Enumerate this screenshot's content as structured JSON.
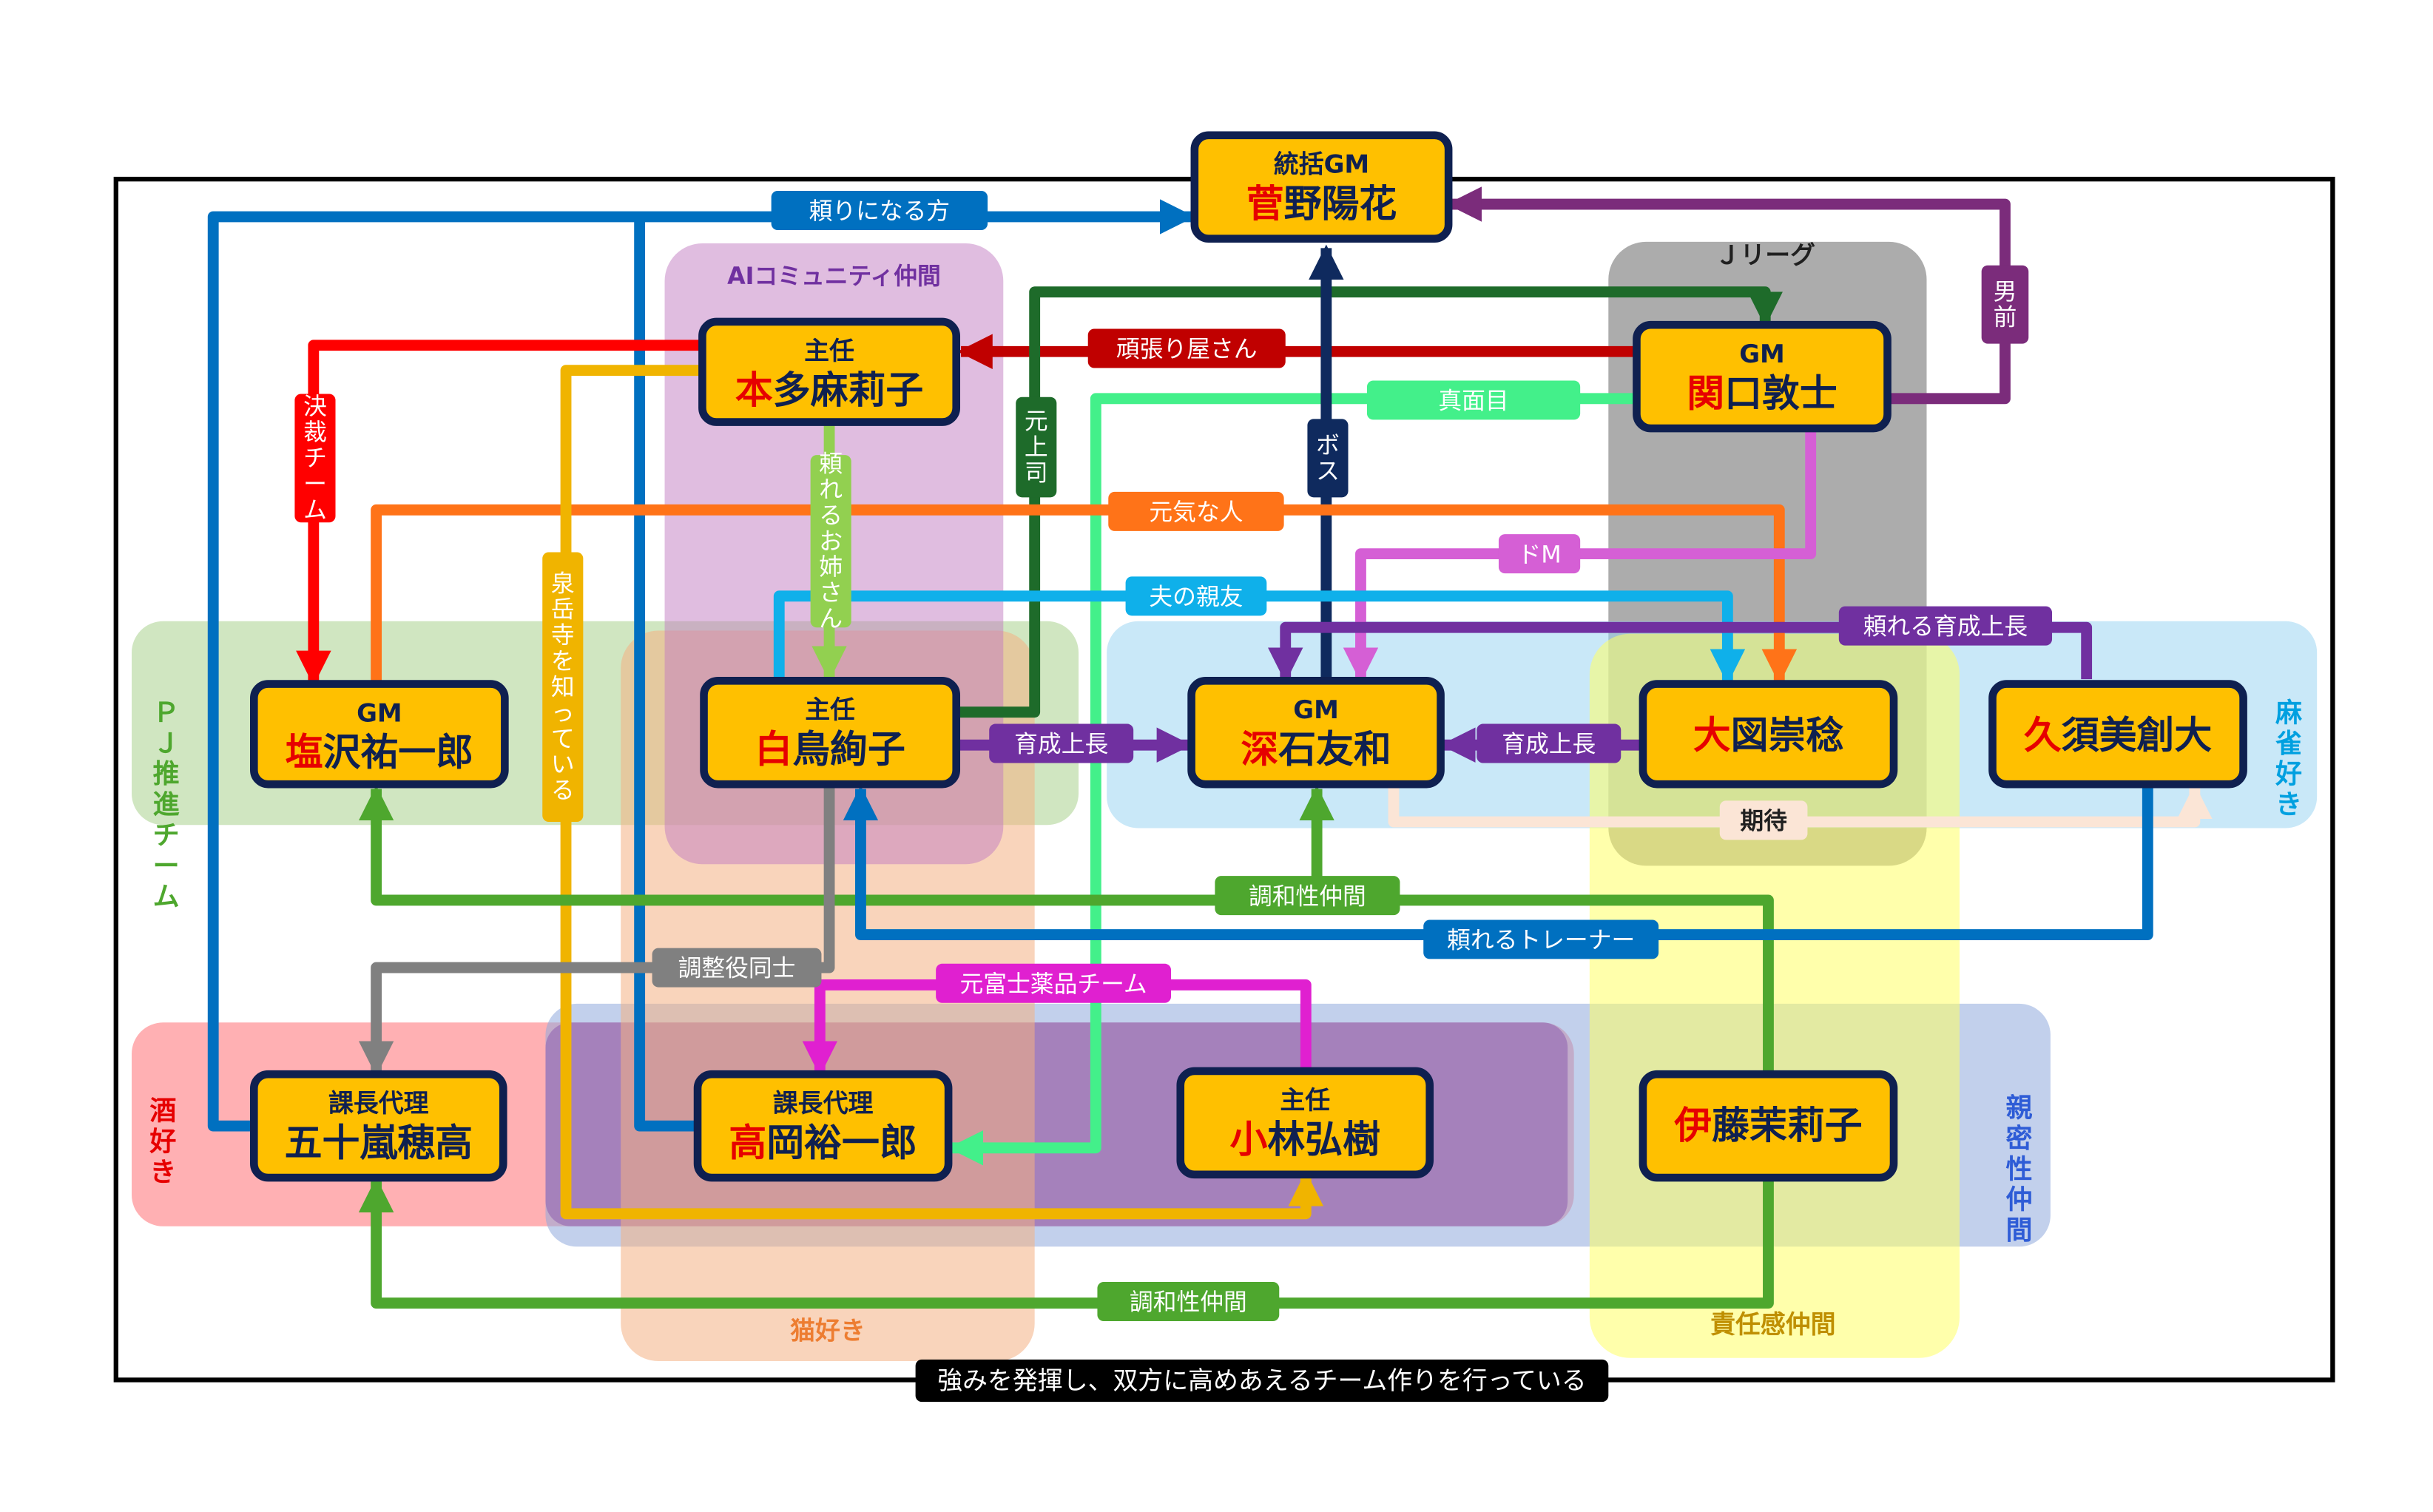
{
  "colors": {
    "node_fill": "#ffc000",
    "node_border": "#0f2050",
    "name_accent": "#e60000",
    "frame": "#000000"
  },
  "frame": {
    "caption": "強みを発揮し、双方に高めあえるチーム作りを行っている"
  },
  "groups": [
    {
      "id": "pj",
      "label": "ＰＪ推進チーム",
      "fill": "#a9d18e",
      "text_color": "#4ea72e",
      "vertical": true
    },
    {
      "id": "sake",
      "label": "酒好き",
      "fill": "#ff7c80",
      "text_color": "#e60000",
      "vertical": true
    },
    {
      "id": "shinmitsu",
      "label": "親密性仲間",
      "fill": "#8faadc",
      "text_color": "#2e5cd6",
      "vertical": true
    },
    {
      "id": "inner",
      "label": "",
      "fill": "#7030a0",
      "text_color": "#7030a0",
      "vertical": false
    },
    {
      "id": "neko",
      "label": "猫好き",
      "fill": "#f4b183",
      "text_color": "#ed7d31",
      "vertical": false
    },
    {
      "id": "ai",
      "label": "AIコミュニティ仲間",
      "fill": "#c27bc2",
      "text_color": "#7030a0",
      "vertical": false
    },
    {
      "id": "jleague",
      "label": "Ｊリーグ",
      "fill": "#7f7f7f",
      "text_color": "#202020",
      "vertical": false
    },
    {
      "id": "mahjong",
      "label": "麻雀好き",
      "fill": "#9dd5f2",
      "text_color": "#00a0e0",
      "vertical": true
    },
    {
      "id": "sekinin",
      "label": "責任感仲間",
      "fill": "#ffff66",
      "text_color": "#bf8f00",
      "vertical": false
    }
  ],
  "people": [
    {
      "id": "sugano",
      "role": "統括GM",
      "first_char": "菅",
      "rest": "野陽花"
    },
    {
      "id": "honda",
      "role": "主任",
      "first_char": "本",
      "rest": "多麻莉子"
    },
    {
      "id": "sekiguchi",
      "role": "GM",
      "first_char": "関",
      "rest": "口敦士"
    },
    {
      "id": "shiozawa",
      "role": "GM",
      "first_char": "塩",
      "rest": "沢祐一郎"
    },
    {
      "id": "shiratori",
      "role": "主任",
      "first_char": "白",
      "rest": "鳥絢子"
    },
    {
      "id": "fukaishi",
      "role": "GM",
      "first_char": "深",
      "rest": "石友和"
    },
    {
      "id": "ozu",
      "role": "",
      "first_char": "大",
      "rest": "図崇稔"
    },
    {
      "id": "kusu",
      "role": "",
      "first_char": "久",
      "rest": "須美創大"
    },
    {
      "id": "igarashi",
      "role": "課長代理",
      "first_char": "五",
      "rest": "十嵐穂高",
      "first_black": true
    },
    {
      "id": "takaoka",
      "role": "課長代理",
      "first_char": "高",
      "rest": "岡裕一郎"
    },
    {
      "id": "kobayashi",
      "role": "主任",
      "first_char": "小",
      "rest": "林弘樹"
    },
    {
      "id": "ito",
      "role": "",
      "first_char": "伊",
      "rest": "藤茉莉子"
    }
  ],
  "relations": [
    {
      "id": "tayori",
      "label": "頼りになる方",
      "color": "#0070c0",
      "vertical": false
    },
    {
      "id": "otokomae",
      "label": "男前",
      "color": "#7b2c7b",
      "vertical": true
    },
    {
      "id": "ganbari",
      "label": "頑張り屋さん",
      "color": "#c00000",
      "vertical": false
    },
    {
      "id": "kessai",
      "label": "決裁チーム",
      "color": "#ff0000",
      "vertical": true
    },
    {
      "id": "majime",
      "label": "真面目",
      "color": "#43f08a",
      "vertical": false
    },
    {
      "id": "motojoushi",
      "label": "元上司",
      "color": "#1e6b2a",
      "vertical": true
    },
    {
      "id": "boss",
      "label": "ボス",
      "color": "#0f2a5e",
      "vertical": true
    },
    {
      "id": "genki",
      "label": "元気な人",
      "color": "#ff7318",
      "vertical": false
    },
    {
      "id": "sengakuji",
      "label": "泉岳寺を知っている",
      "color": "#f0b400",
      "vertical": true
    },
    {
      "id": "onesan",
      "label": "頼れるお姉さん",
      "color": "#92d050",
      "vertical": true
    },
    {
      "id": "doM",
      "label": "ドM",
      "color": "#d55fd5",
      "vertical": false
    },
    {
      "id": "otto",
      "label": "夫の親友",
      "color": "#0fb0ea",
      "vertical": false
    },
    {
      "id": "ikusei_chou",
      "label": "頼れる育成上長",
      "color": "#7030a0",
      "vertical": false
    },
    {
      "id": "ikusei1",
      "label": "育成上長",
      "color": "#7030a0",
      "vertical": false
    },
    {
      "id": "ikusei2",
      "label": "育成上長",
      "color": "#7030a0",
      "vertical": false
    },
    {
      "id": "kitai",
      "label": "期待",
      "color": "#fbe5d6",
      "text_color": "#202020",
      "vertical": false
    },
    {
      "id": "chowa1",
      "label": "調和性仲間",
      "color": "#4ea72e",
      "vertical": false
    },
    {
      "id": "trainer",
      "label": "頼れるトレーナー",
      "color": "#0070c0",
      "vertical": false
    },
    {
      "id": "chousei",
      "label": "調整役同士",
      "color": "#808080",
      "vertical": false
    },
    {
      "id": "fuji",
      "label": "元富士薬品チーム",
      "color": "#e020d0",
      "vertical": false
    },
    {
      "id": "chowa2",
      "label": "調和性仲間",
      "color": "#4ea72e",
      "vertical": false
    }
  ]
}
